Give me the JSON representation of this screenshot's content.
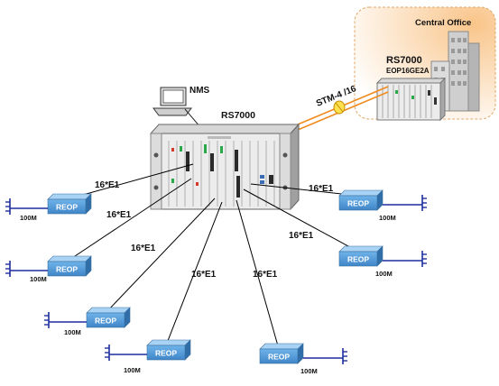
{
  "central_office": {
    "title": "Central Office",
    "device": "RS7000",
    "card": "EOP16GE2A"
  },
  "nms": {
    "label": "NMS"
  },
  "main_device": {
    "label": "RS7000"
  },
  "trunk": {
    "label": "STM-4 /16"
  },
  "links": [
    {
      "e1_label": "16*E1",
      "reop_label": "REOP",
      "speed_label": "100M"
    },
    {
      "e1_label": "16*E1",
      "reop_label": "REOP",
      "speed_label": "100M"
    },
    {
      "e1_label": "16*E1",
      "reop_label": "REOP",
      "speed_label": "100M"
    },
    {
      "e1_label": "16*E1",
      "reop_label": "REOP",
      "speed_label": "100M"
    },
    {
      "e1_label": "16*E1",
      "reop_label": "REOP",
      "speed_label": "100M"
    },
    {
      "e1_label": "16*E1",
      "reop_label": "REOP",
      "speed_label": "100M"
    },
    {
      "e1_label": "16*E1",
      "reop_label": "REOP",
      "speed_label": "100M"
    }
  ],
  "colors": {
    "reop_face": "#5b9bd5",
    "reop_top": "#a9d3f5",
    "central_bg": "#fbd7a8",
    "trunk": "#f08a1c"
  }
}
